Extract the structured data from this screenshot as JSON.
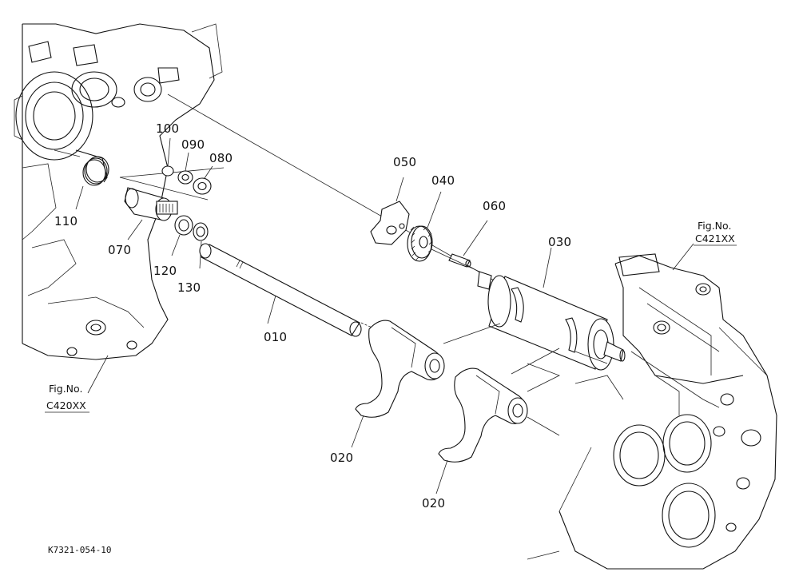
{
  "parts": [
    {
      "id": "p010",
      "label": "010",
      "name": "shaft"
    },
    {
      "id": "p020a",
      "label": "020",
      "name": "shift-fork"
    },
    {
      "id": "p020b",
      "label": "020",
      "name": "shift-fork"
    },
    {
      "id": "p030",
      "label": "030",
      "name": "shift-drum"
    },
    {
      "id": "p040",
      "label": "040",
      "name": "gear"
    },
    {
      "id": "p050",
      "label": "050",
      "name": "plate"
    },
    {
      "id": "p060",
      "label": "060",
      "name": "pin"
    },
    {
      "id": "p070",
      "label": "070",
      "name": "shaft-end"
    },
    {
      "id": "p080",
      "label": "080",
      "name": "washer"
    },
    {
      "id": "p090",
      "label": "090",
      "name": "washer"
    },
    {
      "id": "p100",
      "label": "100",
      "name": "ring"
    },
    {
      "id": "p110",
      "label": "110",
      "name": "spring"
    },
    {
      "id": "p120",
      "label": "120",
      "name": "washer"
    },
    {
      "id": "p130",
      "label": "130",
      "name": "ring"
    }
  ],
  "figure_refs": {
    "left": {
      "line1": "Fig.No.",
      "line2": "C420XX"
    },
    "right": {
      "line1": "Fig.No.",
      "line2": "C421XX"
    }
  },
  "drawing_code": "K7321-054-10"
}
